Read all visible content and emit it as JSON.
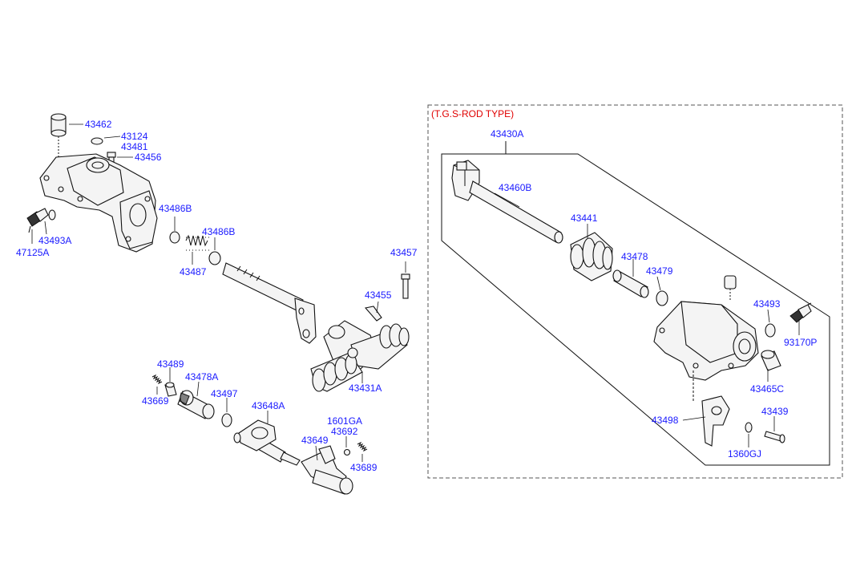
{
  "inset": {
    "title": "(T.G.S-ROD TYPE)",
    "assembly_label": "43430A",
    "labels": [
      "43460B",
      "43441",
      "43478",
      "43479",
      "43493",
      "93170P",
      "43465C",
      "43498",
      "43439",
      "1360GJ"
    ]
  },
  "main_labels": [
    "43462",
    "43124",
    "43481",
    "43456",
    "43486B",
    "43486B",
    "43487",
    "43493A",
    "47125A",
    "43457",
    "43455",
    "43431A",
    "43489",
    "43478A",
    "43497",
    "43669",
    "43648A",
    "1601GA",
    "43692",
    "43649",
    "43689"
  ],
  "colors": {
    "label": "#1a1aff",
    "title": "#e00000",
    "line": "#111111"
  }
}
